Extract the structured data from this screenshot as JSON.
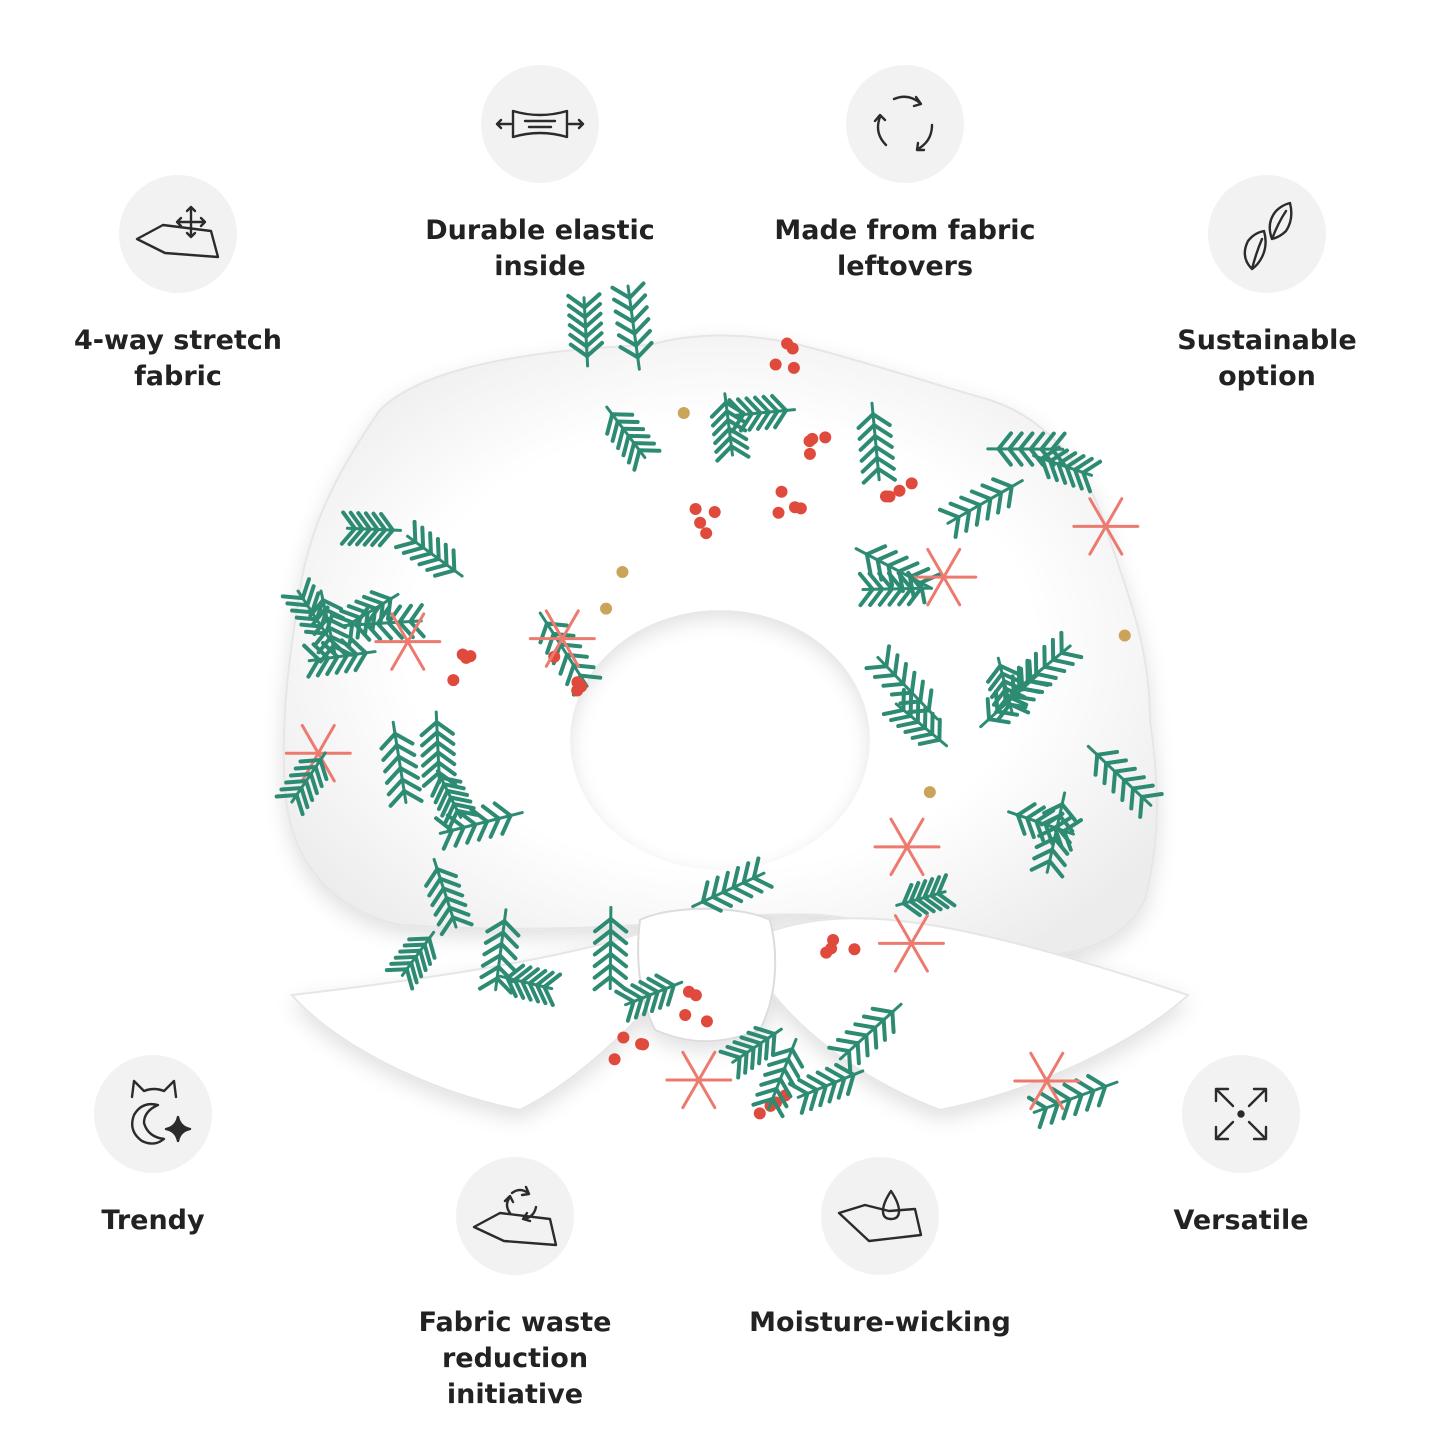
{
  "features": [
    {
      "id": "stretch",
      "icon": "four-way-stretch-icon",
      "lines": [
        "4-way stretch",
        "fabric"
      ]
    },
    {
      "id": "elastic",
      "icon": "elastic-band-icon",
      "lines": [
        "Durable elastic",
        "inside"
      ]
    },
    {
      "id": "leftovers",
      "icon": "recycle-arrows-icon",
      "lines": [
        "Made from fabric",
        "leftovers"
      ]
    },
    {
      "id": "sustainable",
      "icon": "leaves-icon",
      "lines": [
        "Sustainable",
        "option"
      ]
    },
    {
      "id": "trendy",
      "icon": "trendy-cat-sparkle-icon",
      "lines": [
        "Trendy"
      ]
    },
    {
      "id": "waste",
      "icon": "fabric-recycle-icon",
      "lines": [
        "Fabric waste reduction",
        "initiative"
      ]
    },
    {
      "id": "moisture",
      "icon": "water-drop-fabric-icon",
      "lines": [
        "Moisture-wicking"
      ]
    },
    {
      "id": "versatile",
      "icon": "expand-arrows-icon",
      "lines": [
        "Versatile"
      ]
    }
  ],
  "product": {
    "name": "scrunchie-image",
    "pattern_colors": {
      "green": "#2e8b73",
      "red": "#e04a3c",
      "pink": "#ec7a6f",
      "gold": "#c9a45a"
    }
  },
  "colors": {
    "icon_bg": "#f2f2f2",
    "icon_stroke": "#2b2b2b",
    "text": "#222222"
  }
}
